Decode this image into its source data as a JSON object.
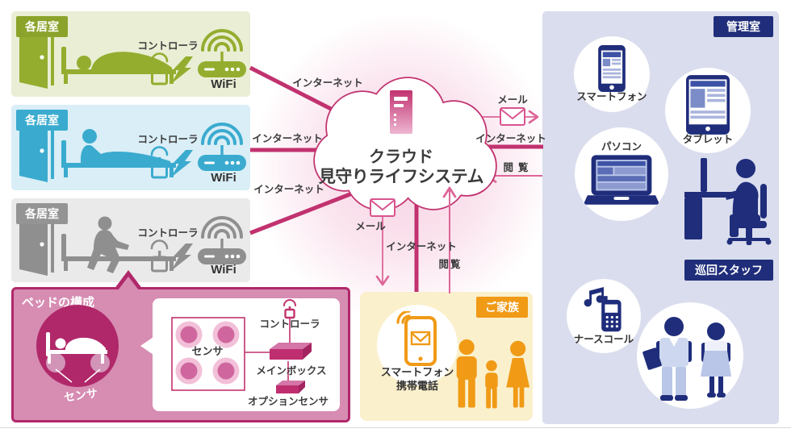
{
  "colors": {
    "magenta": "#c1326f",
    "pink_line": "#dd6699",
    "green": "#94ad2f",
    "cyan": "#3aabcf",
    "gray": "#8f8f8f",
    "navy": "#1f2d7b",
    "orange": "#f09a16",
    "bed_panel_bg": "#d78cb2",
    "bed_panel_border": "#b0286a",
    "family_bg": "#fbf0cc",
    "management_bg": "#dadded"
  },
  "rooms": [
    {
      "badge": "各居室",
      "controller_label": "コントローラ",
      "wifi_label": "WiFi"
    },
    {
      "badge": "各居室",
      "controller_label": "コントローラ",
      "wifi_label": "WiFi"
    },
    {
      "badge": "各居室",
      "controller_label": "コントローラ",
      "wifi_label": "WiFi"
    }
  ],
  "cloud": {
    "title_line1": "クラウド",
    "title_line2": "見守りライフシステム"
  },
  "links": {
    "internet_room1": "インターネット",
    "internet_room2": "インターネット",
    "internet_room3": "インターネット",
    "mail_right": "メール",
    "internet_right": "インターネット",
    "view_right": "閲覧",
    "mail_down": "メール",
    "internet_down": "インターネット",
    "view_up": "閲覧"
  },
  "bed_panel": {
    "title": "ベッドの構成",
    "circle_sensor_label": "センサ",
    "diagram_sensor_label": "センサ",
    "controller_label": "コントローラ",
    "main_box_label": "メインボックス",
    "option_sensor_label": "オプションセンサ"
  },
  "family": {
    "badge": "ご家族",
    "device_label_line1": "スマートフォン",
    "device_label_line2": "携帯電話"
  },
  "management": {
    "badge": "管理室",
    "smartphone_label": "スマートフォン",
    "tablet_label": "タブレット",
    "pc_label": "パソコン"
  },
  "patrol": {
    "badge": "巡回スタッフ",
    "nurse_call_label": "ナースコール"
  }
}
